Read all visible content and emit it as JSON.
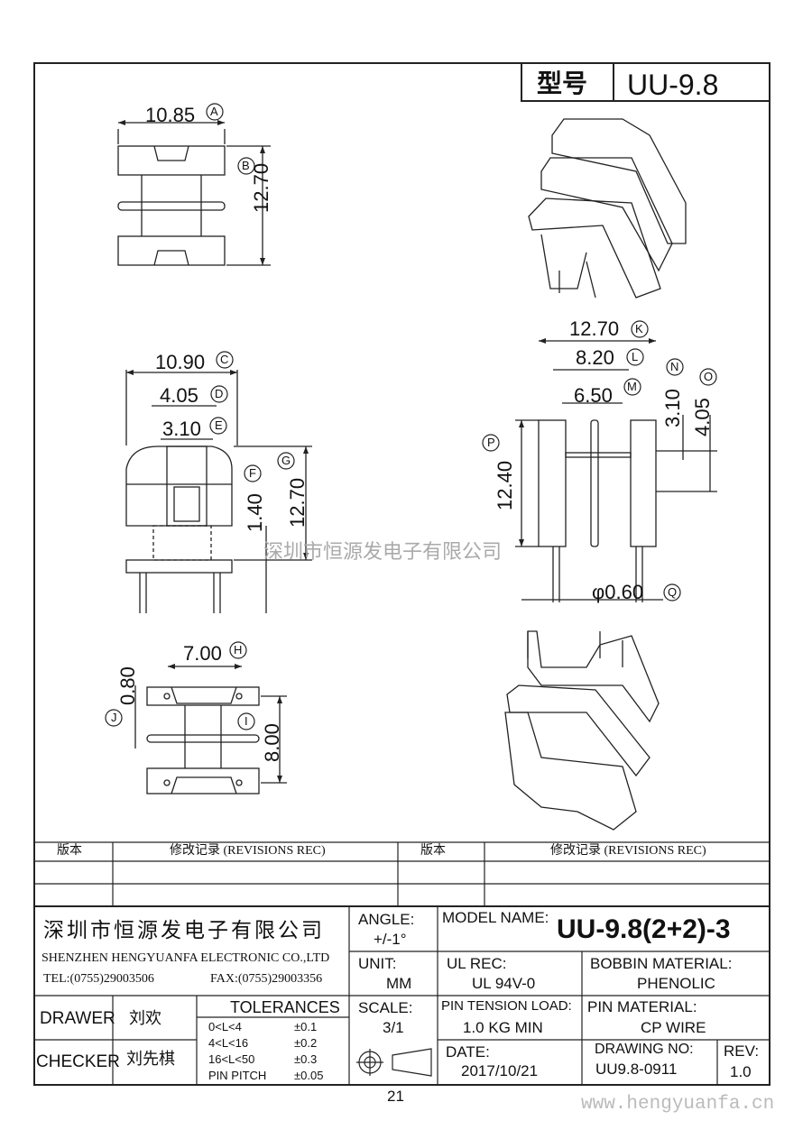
{
  "header": {
    "model_label": "型号",
    "model_value": "UU-9.8"
  },
  "dims": {
    "a": "10.85",
    "b": "12.70",
    "c": "10.90",
    "d": "4.05",
    "e": "3.10",
    "f": "1.40",
    "g": "12.70",
    "h": "7.00",
    "i": "8.00",
    "j": "0.80",
    "k": "12.70",
    "l": "8.20",
    "m": "6.50",
    "n": "3.10",
    "o": "4.05",
    "p": "12.40",
    "q": "φ0.60"
  },
  "markers": [
    "A",
    "B",
    "C",
    "D",
    "E",
    "F",
    "G",
    "H",
    "I",
    "J",
    "K",
    "L",
    "M",
    "N",
    "O",
    "P",
    "Q"
  ],
  "watermark": "深圳市恒源发电子有限公司",
  "revisions": {
    "col1": "版本",
    "col2": "修改记录 (REVISIONS REC)",
    "col3": "版本",
    "col4": "修改记录 (REVISIONS REC)"
  },
  "company": {
    "name_cn": "深圳市恒源发电子有限公司",
    "name_en": "SHENZHEN HENGYUANFA ELECTRONIC CO.,LTD",
    "tel": "TEL:(0755)29003506",
    "fax": "FAX:(0755)29003356"
  },
  "title_block": {
    "angle_label": "ANGLE:",
    "angle_value": "+/-1°",
    "model_name_label": "MODEL NAME:",
    "model_name_value": "UU-9.8(2+2)-3",
    "unit_label": "UNIT:",
    "unit_value": "MM",
    "ul_label": "UL REC:",
    "ul_value": "UL 94V-0",
    "bobbin_label": "BOBBIN MATERIAL:",
    "bobbin_value": "PHENOLIC",
    "drawer_label": "DRAWER",
    "drawer_value": "刘欢",
    "checker_label": "CHECKER",
    "checker_value": "刘先棋",
    "tolerances_label": "TOLERANCES",
    "tolerances": [
      {
        "range": "0<L<4",
        "tol": "±0.1"
      },
      {
        "range": "4<L<16",
        "tol": "±0.2"
      },
      {
        "range": "16<L<50",
        "tol": "±0.3"
      },
      {
        "range": "PIN PITCH",
        "tol": "±0.05"
      }
    ],
    "scale_label": "SCALE:",
    "scale_value": "3/1",
    "pin_tension_label": "PIN TENSION LOAD:",
    "pin_tension_value": "1.0 KG MIN",
    "pin_material_label": "PIN MATERIAL:",
    "pin_material_value": "CP WIRE",
    "date_label": "DATE:",
    "date_value": "2017/10/21",
    "drawing_no_label": "DRAWING NO:",
    "drawing_no_value": "UU9.8-0911",
    "rev_label": "REV:",
    "rev_value": "1.0"
  },
  "page_number": "21",
  "website": "www.hengyuanfa.cn"
}
